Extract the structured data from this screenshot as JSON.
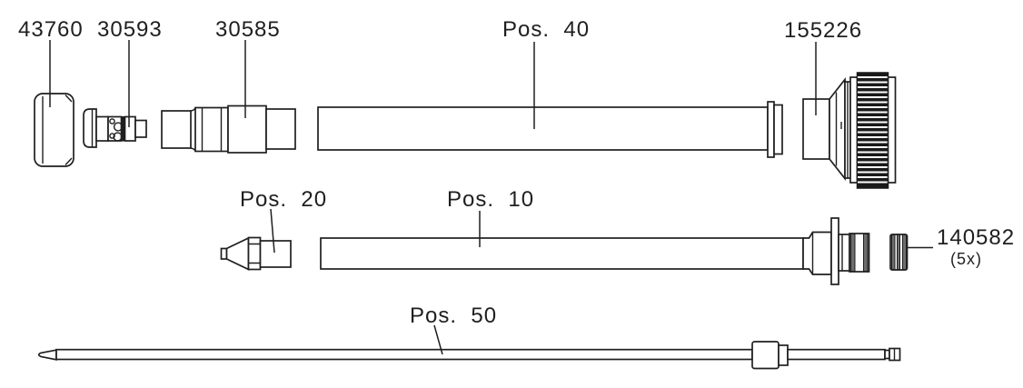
{
  "labels": {
    "part_43760": "43760",
    "part_30593": "30593",
    "part_30585": "30585",
    "pos_40": "Pos.  40",
    "part_155226": "155226",
    "pos_20": "Pos.  20",
    "pos_10": "Pos.  10",
    "part_140582": "140582",
    "part_140582_qty": "(5x)",
    "pos_50": "Pos.  50"
  },
  "colors": {
    "line": "#1f1f1f",
    "background": "#ffffff",
    "knurl_dark": "#1a1a1a",
    "rib_gray": "#6e6e6e"
  }
}
